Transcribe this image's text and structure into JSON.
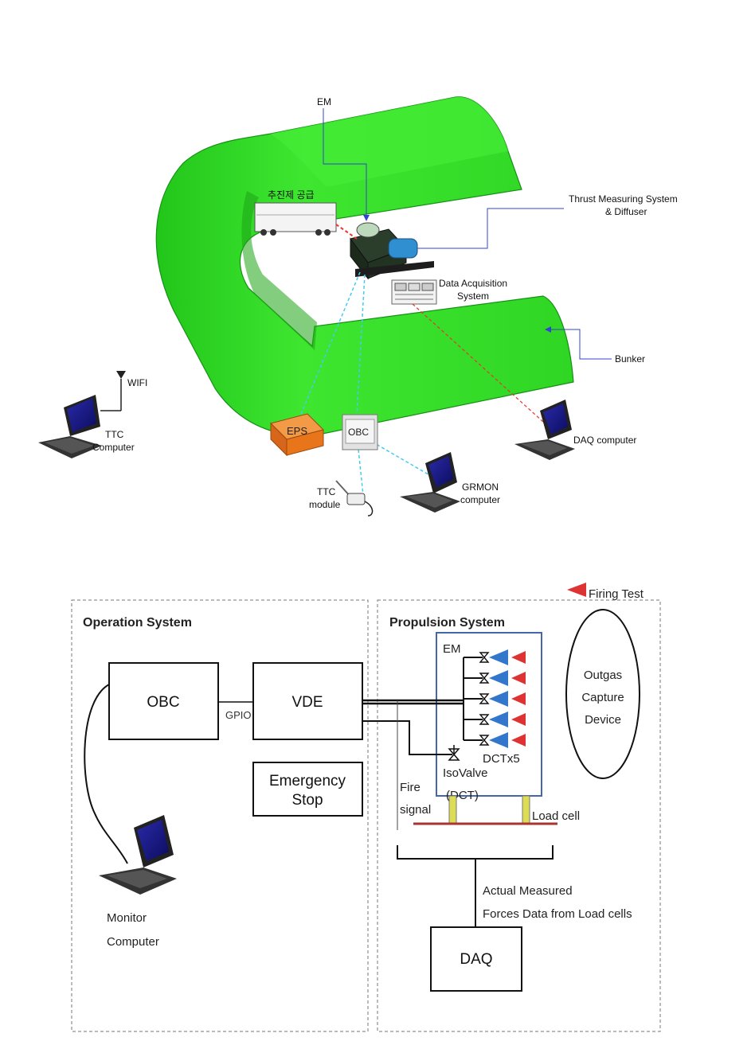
{
  "top_diagram": {
    "labels": {
      "em": "EM",
      "fuel_supply": "추진제 공급",
      "thrust_line1": "Thrust Measuring System",
      "thrust_line2": "& Diffuser",
      "daq_sys_line1": "Data Acquisition",
      "daq_sys_line2": "System",
      "bunker": "Bunker",
      "wifi": "WIFI",
      "ttc_computer_line1": "TTC",
      "ttc_computer_line2": "Computer",
      "eps": "EPS",
      "obc": "OBC",
      "daq_computer": "DAQ computer",
      "grmon_line1": "GRMON",
      "grmon_line2": "computer",
      "ttc_module_line1": "TTC",
      "ttc_module_line2": "module"
    },
    "colors": {
      "bunker": "#33dd22",
      "bunker_edge": "#159015",
      "pointer_line": "#3344cc",
      "cable_cyan": "#44ccee",
      "cable_red": "#ee3333",
      "eps_box": "#e8751a"
    }
  },
  "bottom_diagram": {
    "legend": {
      "label": "Firing Test",
      "color": "#dd3333"
    },
    "operation_system": {
      "title": "Operation System",
      "obc": "OBC",
      "gpio": "GPIO",
      "vde": "VDE",
      "emergency_line1": "Emergency",
      "emergency_line2": "Stop",
      "monitor_line1": "Monitor",
      "monitor_line2": "Computer"
    },
    "propulsion_system": {
      "title": "Propulsion System",
      "em": "EM",
      "dct": "DCTx5",
      "isovalve_line1": "IsoValve",
      "isovalve_line2": "(DCT)",
      "fire_line1": "Fire",
      "fire_line2": "signal",
      "load_cell": "Load cell",
      "outgas_line1": "Outgas",
      "outgas_line2": "Capture",
      "outgas_line3": "Device",
      "measured_line1": "Actual Measured",
      "measured_line2": "Forces Data from Load cells",
      "daq": "DAQ"
    },
    "colors": {
      "em_border": "#4466aa",
      "thruster": "#3377cc",
      "plume": "#dd3333",
      "load_rail": "#aa3333",
      "load_leg": "#dddd55"
    }
  }
}
